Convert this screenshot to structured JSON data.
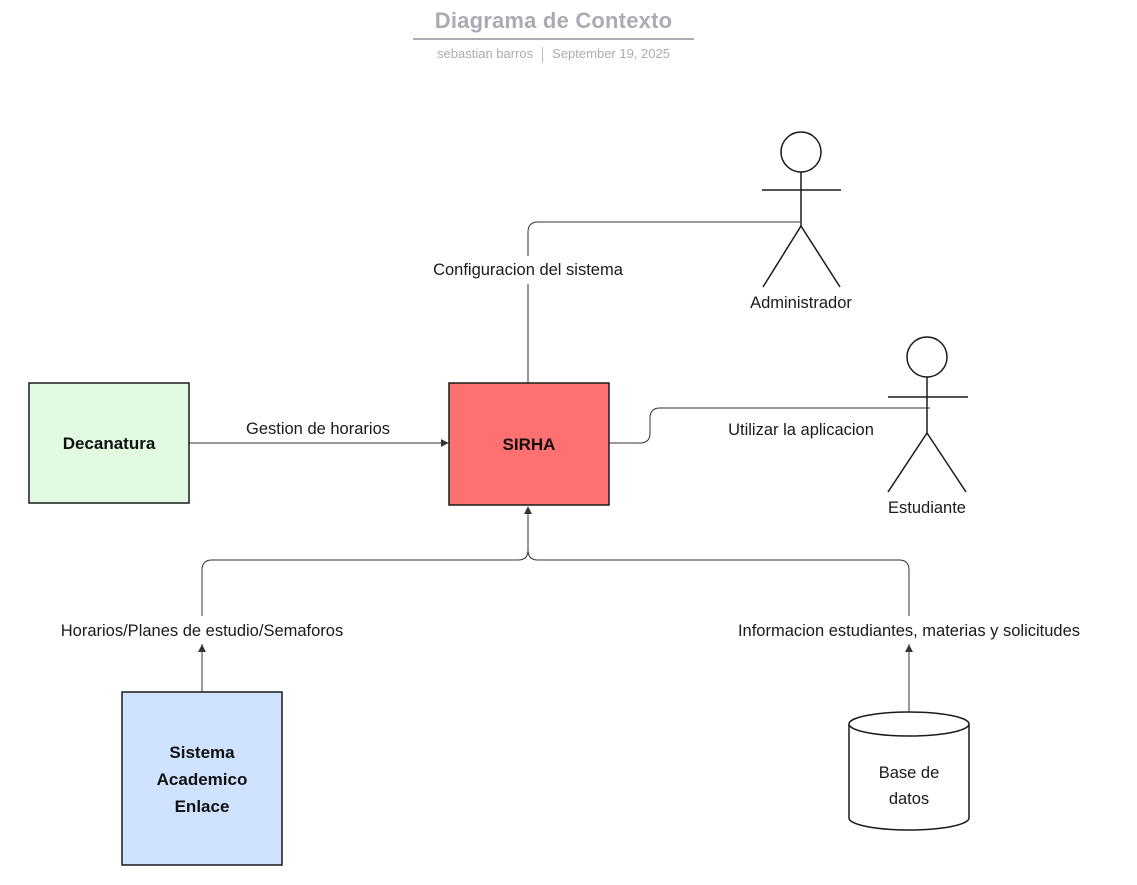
{
  "header": {
    "title": "Diagrama de Contexto",
    "author": "sebastian barros",
    "date": "September 19, 2025"
  },
  "nodes": {
    "sirha": {
      "label": "SIRHA",
      "color": "#ff7070"
    },
    "decanatura": {
      "label": "Decanatura",
      "color": "#e2fae2"
    },
    "sistema_academico": {
      "lines": [
        "Sistema",
        "Academico",
        "Enlace"
      ],
      "color": "#cfe2ff"
    },
    "base_datos": {
      "lines": [
        "Base de",
        "datos"
      ]
    }
  },
  "actors": {
    "administrador": {
      "label": "Administrador"
    },
    "estudiante": {
      "label": "Estudiante"
    }
  },
  "edges": {
    "configuracion": "Configuracion del sistema",
    "gestion": "Gestion de horarios",
    "utilizar": "Utilizar la aplicacion",
    "horarios": "Horarios/Planes de estudio/Semaforos",
    "informacion": "Informacion estudiantes, materias y solicitudes"
  }
}
